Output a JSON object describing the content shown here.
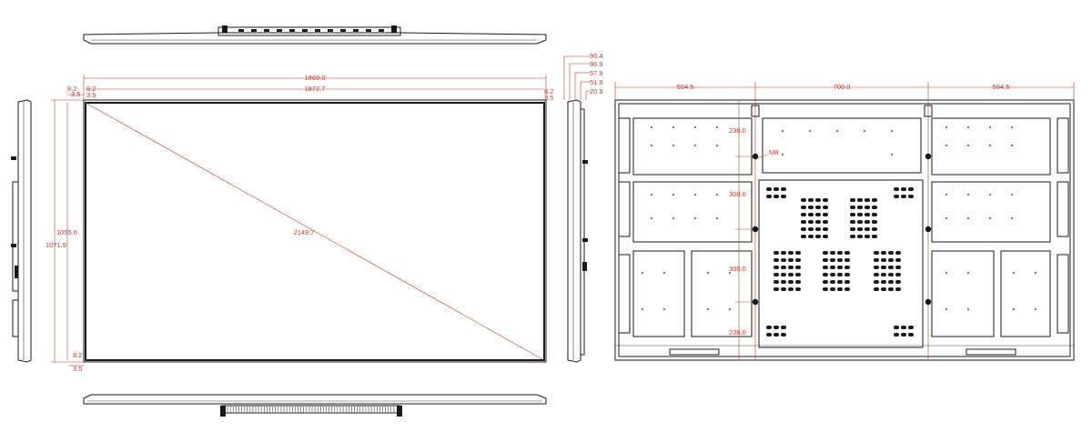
{
  "front_view": {
    "overall_width": "1889.0",
    "inner_width": "1872.7",
    "diagonal": "2149.7",
    "overall_height": "1071.9",
    "inner_height": "1055.6",
    "bezel_top_left_a": "8.2",
    "bezel_top_left_b": "3.5",
    "bezel_top_inner_a": "8.2",
    "bezel_top_inner_b": "3.5",
    "bezel_right_a": "8.2",
    "bezel_right_b": "3.5",
    "bezel_bottom_a": "8.2",
    "bezel_bottom_b": "3.5"
  },
  "side_view": {
    "depth_total": "90.4",
    "depth_2": "86.9",
    "depth_3": "57.9",
    "depth_4": "51.9",
    "depth_5": "20.9"
  },
  "rear_view": {
    "left_span": "594.5",
    "center_span": "700.0",
    "right_span": "594.5",
    "vert_top": "236.0",
    "vert_mid1": "300.0",
    "vert_mid2": "300.0",
    "vert_bottom": "236.0",
    "screw_label": "M8"
  },
  "colors": {
    "outline": "#1a1a1a",
    "dimension": "#c0392b"
  }
}
